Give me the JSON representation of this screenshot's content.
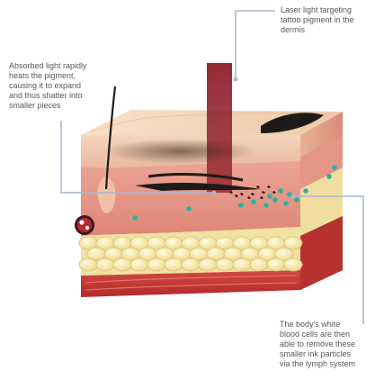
{
  "callouts": {
    "laser": [
      "Laser light targeting",
      "tattoo pigment in the",
      "dermis"
    ],
    "absorption": [
      "Absorbed light rapidly",
      "heats the pigment,",
      "causing it to expand",
      "and thus shatter into",
      "smaller pieces"
    ],
    "white_blood_cells": [
      "The body's white",
      "blood cells are then",
      "able to remove these",
      "smaller ink particles",
      "via the lymph system"
    ]
  },
  "colors": {
    "callout_line": "#a9b6d0",
    "label_text": "#555a60",
    "laser_beam": "#8e2430",
    "epidermis": "#f3d3b8",
    "dermis": "#e79a8c",
    "fat": "#f4e7a8",
    "muscle": "#c73a3a",
    "pigment": "#1f1a1a",
    "cells": "#2ab0a4"
  }
}
